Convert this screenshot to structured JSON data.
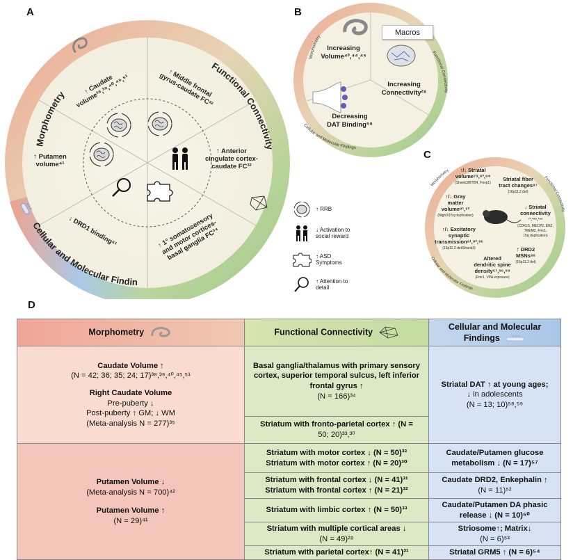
{
  "panels": {
    "A": "A",
    "B": "B",
    "C": "C",
    "D": "D"
  },
  "panelA": {
    "ring": {
      "morphometry": "Morphometry",
      "functional": "Functional Connectivity",
      "cellular": "Cellular and Molecular Findings"
    },
    "sectors": {
      "caudate": [
        "↑ Caudate",
        "volume³⁸,³⁹,⁴⁰,⁴⁵,⁵¹"
      ],
      "middle_frontal": [
        "↑ Middle frontal",
        "gyrus-caudate FC³²"
      ],
      "anterior_cingulate": [
        "↑ Anterior",
        "cingulate cortex-",
        "caudate FC³²"
      ],
      "somatosensory": [
        "↑ 1° somatosensory",
        "and motor cortices-",
        "basal ganglia FC³⁴"
      ],
      "drd1": [
        "↓ DRD1 binding⁶¹"
      ],
      "putamen": [
        "↑ Putamen",
        "volume⁴¹"
      ]
    }
  },
  "panelB": {
    "ring": {
      "morphometry": "Morphometry",
      "functional": "Functional Connectivity",
      "cellular": "Cellular and Molecular Findings"
    },
    "increasing_volume": [
      "Increasing",
      "Volume⁴³,⁴⁴,⁴⁵"
    ],
    "increasing_connectivity": [
      "Increasing",
      "Connectivity²⁸"
    ],
    "decreasing_dat": [
      "Decreasing",
      "DAT Binding⁵⁸"
    ],
    "macros": "Macros"
  },
  "panelC": {
    "ring": {
      "morphometry": "Morphometry",
      "functional": "Functional Connectivity",
      "cellular": "Cellular and Molecular Findings"
    },
    "striatal_volume": [
      "↑/↓ Striatal",
      "volume⁷⁹,⁸³,⁸⁴",
      "(Shank3/BTBR, Foxp1)"
    ],
    "gray_matter": [
      "↑/↓ Gray",
      "matter",
      "volume⁹¹,⁹²",
      "(Nlgn3/15q duplication)"
    ],
    "excitatory": [
      "↑/↓ Excitatory",
      "synaptic",
      "transmission⁸¹,⁸²,⁸⁶",
      "(16p11.2 del/Shank3)"
    ],
    "fiber": [
      "Striatal fiber",
      "tract changes⁸⁷",
      "(16p11.2 del)"
    ],
    "connectivity": [
      "↓ Striatal",
      "connectivity",
      "⁷¹,¹⁸⁸,¹⁸⁹",
      "(CDKL5, MECP2, EN2,",
      "TREM2, Fmr1,",
      "15q duplication)"
    ],
    "drd2": [
      "↑ DRD2",
      "MSNs⁸⁸",
      "(16p11.2 del)"
    ],
    "dendritic": [
      "Altered",
      "dendritic spine",
      "density⁶⁷,⁹⁶,⁹⁹",
      "(Fmr1, VPA exposure)"
    ]
  },
  "legend": {
    "rrb": "↑ RRB",
    "social": "↓ Activation to social reward",
    "asd": "↑ ASD Symptoms",
    "attention": "↑ Attention to detail"
  },
  "table": {
    "headers": {
      "morph": "Morphometry",
      "func": "Functional Connectivity",
      "cell": "Cellular and Molecular Findings"
    },
    "morph1": {
      "caudate_title": "Caudate Volume ↑",
      "caudate_n": "(N = 42; 36; 35; 24; 17)³⁸,³⁹,⁴⁰,⁴⁵,⁵¹",
      "right_title": "Right Caudate Volume",
      "right_pre": "Pre-puberty ↓",
      "right_post": "Post-puberty ↑ GM; ↓ WM",
      "right_meta": "(Meta-analysis N = 277)³⁵"
    },
    "morph2": {
      "putamen_down": "Putamen Volume ↓",
      "putamen_meta": "(Meta-analysis N = 700)⁴²",
      "putamen_up": "Putamen Volume ↑",
      "putamen_n": "(N = 29)⁴¹"
    },
    "func": [
      [
        "Basal ganglia/thalamus with primary sensory cortex, superior temporal sulcus, left inferior frontal gyrus ↑",
        "(N = 166)³⁴"
      ],
      [
        "Striatum with fronto-parietal cortex ↑ (N =",
        "50; 20)³³,³⁰"
      ],
      [
        "Striatum with motor cortex ↓ (N = 50)³³",
        "Striatum with motor cortex ↑ (N = 20)³⁰"
      ],
      [
        "Striatum with frontal cortex ↓ (N = 41)³¹",
        "Striatum with frontal cortex ↑ (N = 21)³²"
      ],
      [
        "Striatum with limbic cortex ↑ (N = 50)³³"
      ],
      [
        "Striatum with multiple cortical areas ↓",
        "(N = 49)²⁸"
      ],
      [
        "Striatum with parietal cortex↑ (N = 41)³¹"
      ]
    ],
    "cell": [
      [
        "Striatal DAT ↑ at young ages;",
        "↓ in adolescents",
        "(N = 13; 10)⁵⁸,⁵⁹"
      ],
      [
        "Caudate/Putamen glucose",
        "metabolism ↓ (N = 17)⁵⁷"
      ],
      [
        "Caudate DRD2, Enkephalin ↑",
        "(N = 11)⁵²"
      ],
      [
        "Caudate/Putamen DA phasic",
        "release ↓ (N = 10)⁶⁰"
      ],
      [
        "Striosome↑; Matrix↓",
        "(N = 6)⁵³"
      ],
      [
        "Striatal GRM5 ↑ (N = 6)⁵⁴"
      ]
    ]
  }
}
